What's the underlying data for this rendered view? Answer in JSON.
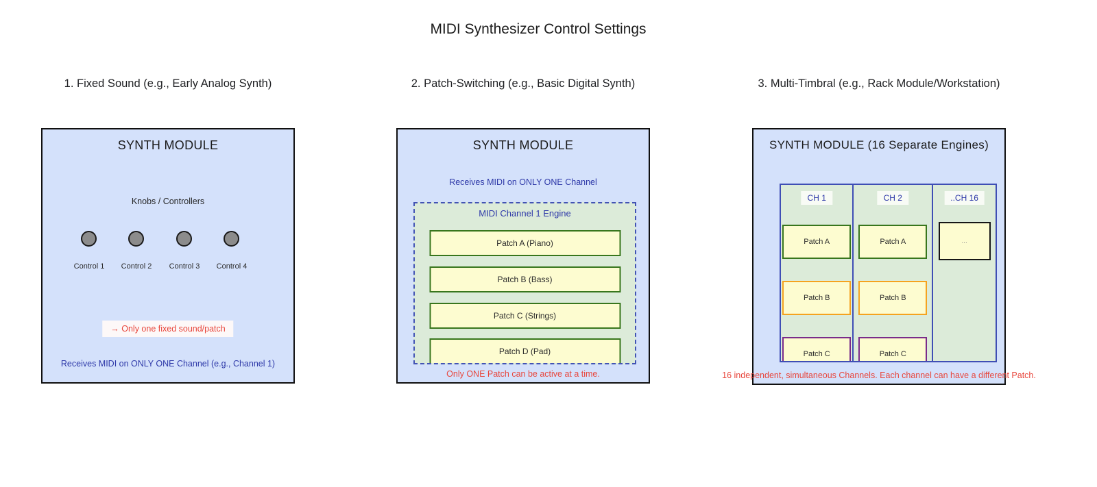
{
  "title": "MIDI Synthesizer Control Settings",
  "panels": {
    "fixed": {
      "heading": "1. Fixed Sound (e.g., Early Analog Synth)",
      "module_title": "SYNTH MODULE",
      "knobs_label": "Knobs / Controllers",
      "controls": [
        "Control 1",
        "Control 2",
        "Control 3",
        "Control 4"
      ],
      "note": "→  Only one fixed sound/patch",
      "midi_note": "Receives MIDI on ONLY ONE Channel (e.g., Channel 1)"
    },
    "patch_switching": {
      "heading": "2. Patch-Switching (e.g., Basic Digital Synth)",
      "module_title": "SYNTH MODULE",
      "midi_note": "Receives MIDI on ONLY ONE Channel",
      "engine_title": "MIDI Channel 1 Engine",
      "patches": [
        "Patch A (Piano)",
        "Patch B (Bass)",
        "Patch C (Strings)",
        "Patch D (Pad)"
      ],
      "note": "Only ONE Patch can be active at a time."
    },
    "multi_timbral": {
      "heading": "3. Multi-Timbral (e.g., Rack Module/Workstation)",
      "module_title": "SYNTH MODULE (16 Separate Engines)",
      "channels": [
        {
          "label": "CH 1",
          "patches": [
            "Patch A",
            "Patch B",
            "Patch C"
          ]
        },
        {
          "label": "CH 2",
          "patches": [
            "Patch A",
            "Patch B",
            "Patch C"
          ]
        },
        {
          "label": "..CH 16",
          "patches": [
            "..."
          ]
        }
      ],
      "note": "16 independent, simultaneous Channels. Each channel can have a different Patch."
    }
  },
  "colors": {
    "panel_background": "#d4e1fb",
    "engine_background": "#dcebd9",
    "patch_background": "#fdfcd0",
    "patch_border_green": "#38761d",
    "patch_border_orange": "#f5a31f",
    "patch_border_purple": "#7a2b8a",
    "engine_border_blue": "#3f4eb5",
    "annotation_red": "#e8463c",
    "annotation_blue": "#2d38a8",
    "knob_gray": "#8c8c8c"
  }
}
